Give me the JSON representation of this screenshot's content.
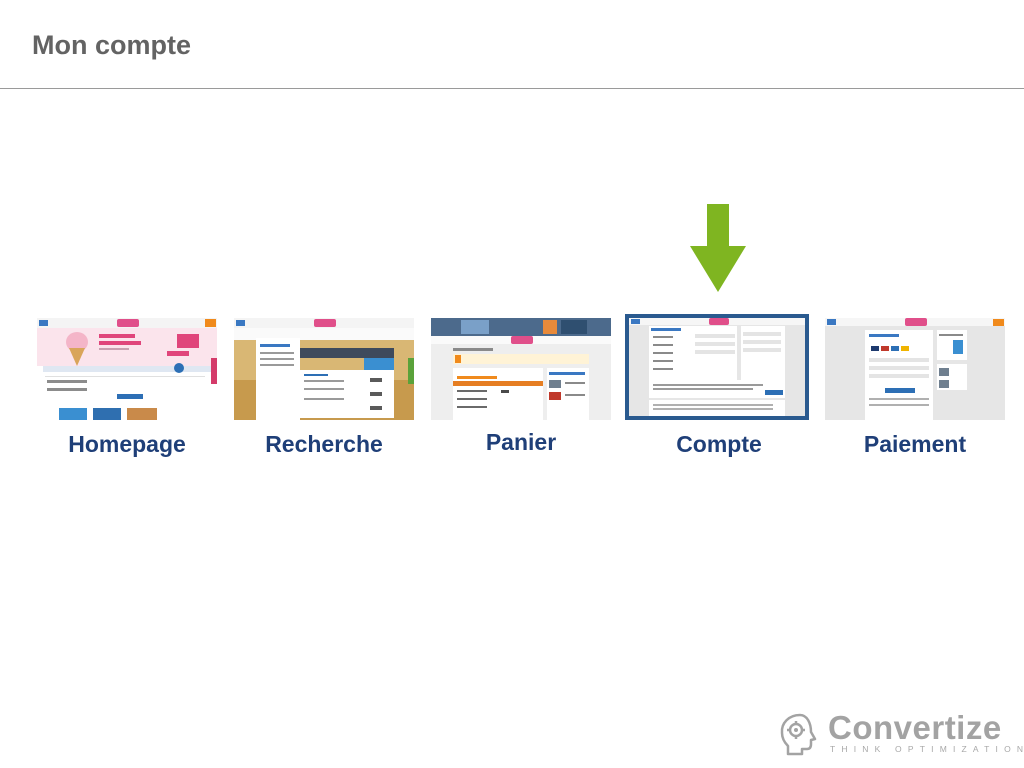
{
  "slide": {
    "title": "Mon compte"
  },
  "funnel": {
    "active_step": "Compte",
    "steps": [
      {
        "label": "Homepage"
      },
      {
        "label": "Recherche"
      },
      {
        "label": "Panier"
      },
      {
        "label": "Compte"
      },
      {
        "label": "Paiement"
      }
    ]
  },
  "indicator": {
    "icon": "down-arrow-icon",
    "color": "#7fb521"
  },
  "brand": {
    "name": "Convertize",
    "tagline": "THINK OPTIMIZATION",
    "color": "#a3a3a3"
  },
  "colors": {
    "title": "#636363",
    "label": "#1f3f78",
    "active_border": "#2a5a8f"
  }
}
